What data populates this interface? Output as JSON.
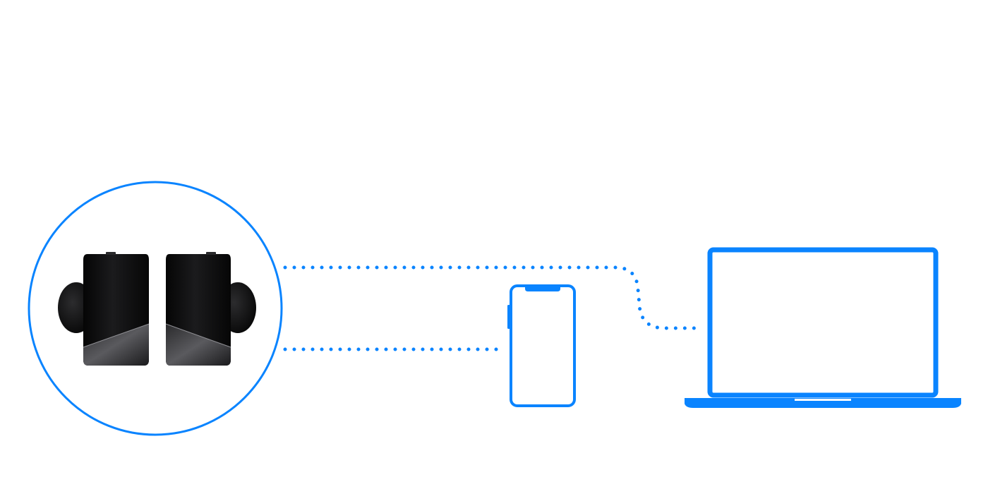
{
  "diagram": {
    "description_free": true,
    "nodes": [
      {
        "id": "earbuds",
        "icon": "earbuds-icon"
      },
      {
        "id": "phone",
        "icon": "smartphone-icon"
      },
      {
        "id": "laptop",
        "icon": "laptop-icon"
      }
    ],
    "connections": [
      {
        "from": "earbuds",
        "to": "laptop",
        "style": "dotted"
      },
      {
        "from": "earbuds",
        "to": "phone",
        "style": "dotted"
      }
    ],
    "colors": {
      "accent": "#0a84ff",
      "earbud_body": "#111111",
      "earbud_highlight": "#3a3a3c",
      "earbud_tip": "#1c1c1e",
      "background": "#ffffff"
    }
  }
}
